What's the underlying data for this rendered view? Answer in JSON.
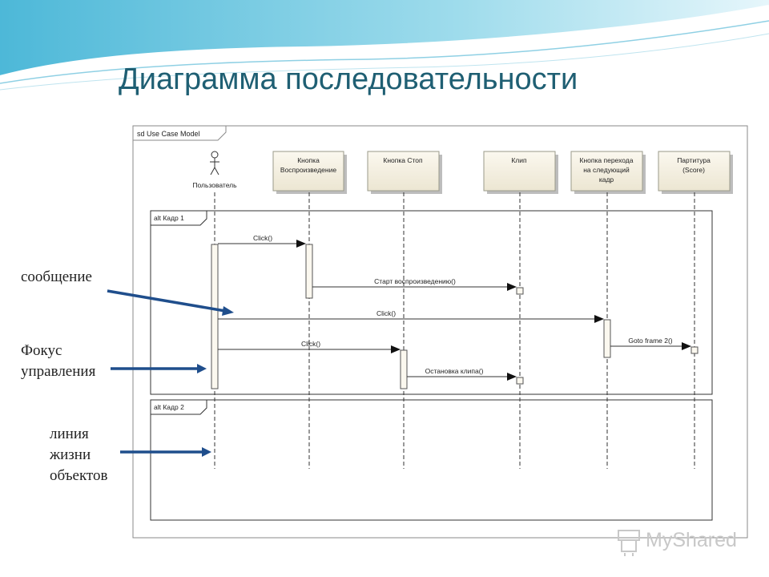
{
  "slide": {
    "title": "Диаграмма последовательности"
  },
  "diagram": {
    "frame_label": "sd Use Case Model",
    "actor": {
      "name": "Пользователь"
    },
    "objects": [
      {
        "lines": [
          "Кнопка",
          "Воспроизведение"
        ]
      },
      {
        "lines": [
          "Кнопка Стоп"
        ]
      },
      {
        "lines": [
          "Клип"
        ]
      },
      {
        "lines": [
          "Кнопка перехода",
          "на следующий",
          "кадр"
        ]
      },
      {
        "lines": [
          "Партитура",
          "(Score)"
        ]
      }
    ],
    "fragments": [
      {
        "label": "alt Кадр 1"
      },
      {
        "label": "alt Кадр 2"
      }
    ],
    "messages": [
      {
        "label": "Click()"
      },
      {
        "label": "Старт воспроизведению()"
      },
      {
        "label": "Click()"
      },
      {
        "label": "Click()"
      },
      {
        "label": "Goto frame 2()"
      },
      {
        "label": "Остановка клипа()"
      }
    ]
  },
  "annotations": {
    "message": "сообщение",
    "focus": [
      "Фокус",
      "управления"
    ],
    "lifeline": [
      "линия",
      "жизни",
      "объектов"
    ]
  },
  "watermark": {
    "text": "MyShared"
  }
}
